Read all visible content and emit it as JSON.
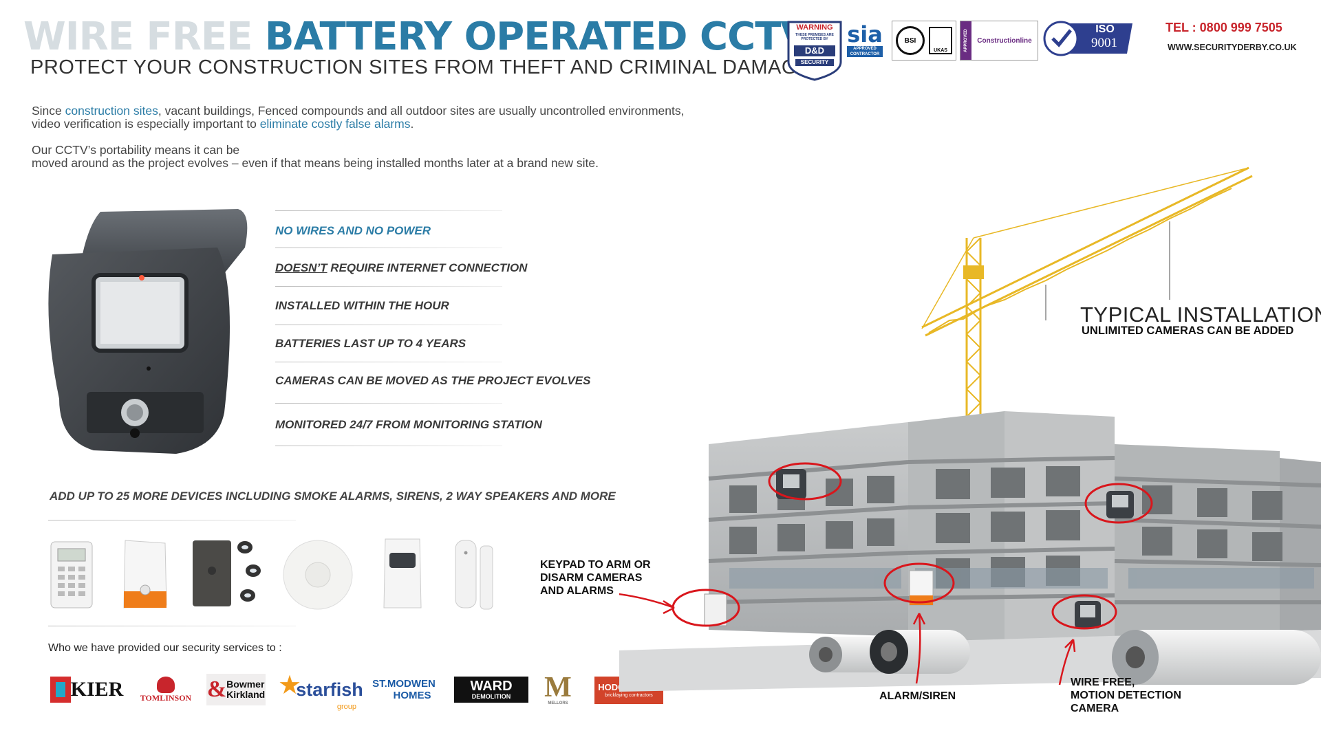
{
  "header": {
    "title_part1": "WIRE FREE ",
    "title_part2": "BATTERY OPERATED CCTV.",
    "subtitle": "PROTECT YOUR CONSTRUCTION SITES FROM THEFT AND CRIMINAL DAMAGE"
  },
  "intro": {
    "p1_a": "Since ",
    "p1_b": "construction sites",
    "p1_c": ", vacant buildings, Fenced compounds and all outdoor sites are usually uncontrolled environments,",
    "p1_d": "video verification is especially important to ",
    "p1_e": "eliminate costly false alarms",
    "p1_f": ".",
    "p2_l1": "Our CCTV’s portability means it can be",
    "p2_l2": "moved around as the project evolves – even if that means being installed months later at a brand new site."
  },
  "badges": {
    "warning_top": "WARNING",
    "warning_mid": "THESE PREMISES ARE PROTECTED BY",
    "warning_dd": "D&D",
    "warning_security": "SECURITY",
    "sia": "sia",
    "sia_sub": "APPROVED CONTRACTOR",
    "bsi": "BSI",
    "ukas": "UKAS",
    "approved": "APPROVED",
    "constructionline": "Constructionline",
    "iso": "ISO",
    "iso_num": "9001"
  },
  "contact": {
    "tel": "TEL : 0800 999 7505",
    "web": "WWW.SECURITYDERBY.CO.UK"
  },
  "features": [
    "NO WIRES AND NO POWER",
    "DOESN’T",
    " REQUIRE INTERNET CONNECTION",
    "INSTALLED WITHIN THE HOUR",
    "BATTERIES LAST UP TO 4 YEARS",
    "CAMERAS CAN BE MOVED AS THE PROJECT  EVOLVES",
    "MONITORED 24/7 FROM MONITORING STATION"
  ],
  "devices_heading": "ADD UP TO 25 MORE DEVICES INCLUDING SMOKE ALARMS, SIRENS, 2 WAY SPEAKERS AND MORE",
  "clients_heading": "Who we have provided our security services to :",
  "clients": {
    "kier": "KIER",
    "tomlinson": "TOMLINSON",
    "bowmer1": "Bowmer",
    "bowmer2": "Kirkland",
    "starfish": "starfish",
    "starfish_sub": "group",
    "stmodwen1": "ST.MODWEN",
    "stmodwen2": "HOMES",
    "ward1": "WARD",
    "ward2": "DEMOLITION",
    "mellors": "M",
    "mellors_sub": "MELLORS",
    "hodgkinson1": "HODGKINSON",
    "hodgkinson2": "bricklaying contractors"
  },
  "scene": {
    "typical": "TYPICAL INSTALLATION",
    "unlimited": "UNLIMITED CAMERAS CAN BE ADDED",
    "keypad": [
      "KEYPAD TO ARM OR",
      "DISARM CAMERAS",
      "AND ALARMS"
    ],
    "siren": "ALARM/SIREN",
    "camera": [
      "WIRE FREE,",
      "MOTION DETECTION",
      "CAMERA"
    ]
  },
  "colors": {
    "accent_blue": "#2b7ca6",
    "title_grey": "#d6dde1",
    "tel_red": "#c8252c",
    "annotation_red": "#d9161c",
    "crane_yellow": "#e8b826"
  }
}
